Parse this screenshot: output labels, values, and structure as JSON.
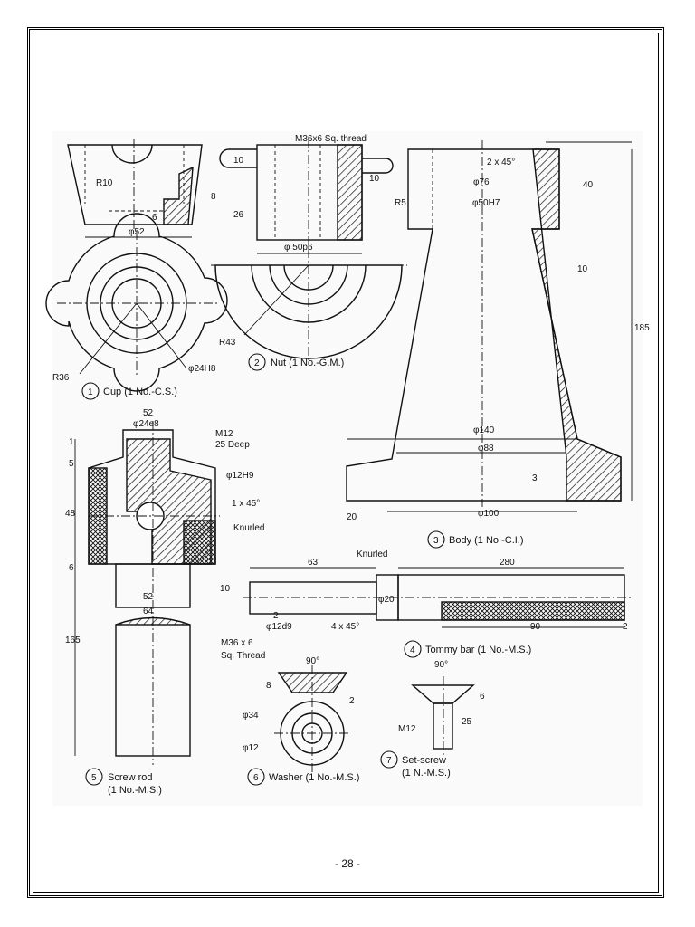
{
  "page": {
    "number": "- 28 -"
  },
  "parts": {
    "cup": {
      "num": "1",
      "title": "Cup (1 No.-C.S.)",
      "dims": [
        "R10",
        "8",
        "6",
        "φ52",
        "R36",
        "φ24H8"
      ]
    },
    "nut": {
      "num": "2",
      "title": "Nut (1 No.-G.M.)",
      "dims": [
        "M36x6 Sq. thread",
        "10",
        "26",
        "10",
        "R5",
        "φ 50p6",
        "R43"
      ]
    },
    "body": {
      "num": "3",
      "title": "Body (1 No.-C.I.)",
      "dims": [
        "2 x 45°",
        "φ76",
        "φ50H7",
        "40",
        "10",
        "185",
        "φ140",
        "φ88",
        "3",
        "20",
        "φ100"
      ]
    },
    "tommy_bar": {
      "num": "4",
      "title": "Tommy bar (1 No.-M.S.)",
      "dims": [
        "Knurled",
        "63",
        "280",
        "φ20",
        "2",
        "φ12d9",
        "4 x 45°",
        "90",
        "2"
      ]
    },
    "screw_rod": {
      "num": "5",
      "title_line1": "Screw rod",
      "title_line2": "(1 No.-M.S.)",
      "dims": [
        "52",
        "φ24e8",
        "M12",
        "25 Deep",
        "φ12H9",
        "1 x 45°",
        "Knurled",
        "1",
        "5",
        "48",
        "6",
        "10",
        "52",
        "64",
        "165",
        "M36 x 6",
        "Sq. Thread"
      ]
    },
    "washer": {
      "num": "6",
      "title": "Washer (1 No.-M.S.)",
      "dims": [
        "90°",
        "8",
        "2",
        "φ34",
        "φ12"
      ]
    },
    "set_screw": {
      "num": "7",
      "title_line1": "Set-screw",
      "title_line2": "(1 N.-M.S.)",
      "dims": [
        "90°",
        "6",
        "25",
        "M12"
      ]
    }
  }
}
